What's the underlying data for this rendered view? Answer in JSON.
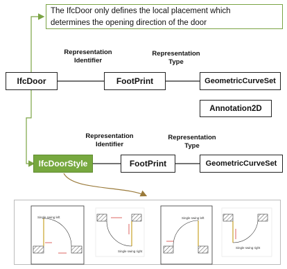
{
  "note": {
    "line1": "The IfcDoor only defines the local placement which",
    "line2": "determines the opening direction of the door"
  },
  "row1": {
    "entity": "IfcDoor",
    "label_identifier_line1": "Representation",
    "label_identifier_line2": "Identifier",
    "identifier": "FootPrint",
    "label_type_line1": "Representation",
    "label_type_line2": "Type",
    "type": "GeometricCurveSet",
    "alt_type": "Annotation2D"
  },
  "row2": {
    "entity": "IfcDoorStyle",
    "label_identifier_line1": "Representation",
    "label_identifier_line2": "Identifier",
    "identifier": "FootPrint",
    "label_type_line1": "Representation",
    "label_type_line2": "Type",
    "type": "GeometricCurveSet"
  },
  "door_panels": [
    {
      "caption": "Single swing left"
    },
    {
      "caption": "Single swing right"
    },
    {
      "caption": "Single swing left"
    },
    {
      "caption": "Single swing right"
    }
  ],
  "colors": {
    "accent_green": "#77a83f",
    "connector_green": "#7aa344",
    "arrow_brown": "#9a7a3a",
    "door_red": "#d9534f"
  }
}
